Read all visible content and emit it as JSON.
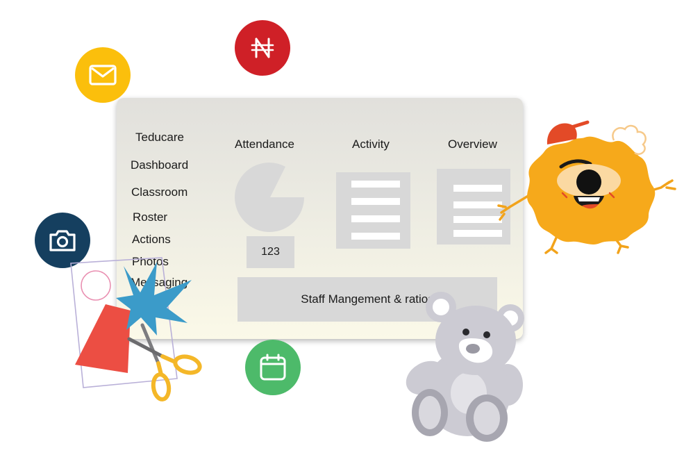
{
  "sidebar": {
    "brand": "Teducare",
    "items": [
      {
        "label": "Dashboard"
      },
      {
        "label": "Classroom"
      },
      {
        "label": "Roster"
      },
      {
        "label": "Actions"
      },
      {
        "label": "Photos"
      },
      {
        "label": "Messaging"
      }
    ]
  },
  "columns": {
    "attendance": {
      "title": "Attendance",
      "count": "123"
    },
    "activity": {
      "title": "Activity"
    },
    "overview": {
      "title": "Overview"
    }
  },
  "staff_button": {
    "label": "Staff Mangement & ratios"
  },
  "floating_icons": [
    {
      "name": "mail-icon",
      "color": "#fbbf0c"
    },
    {
      "name": "naira-currency-icon",
      "glyph": "₦",
      "color": "#cf2027"
    },
    {
      "name": "camera-icon",
      "color": "#153f5f"
    },
    {
      "name": "calendar-icon",
      "color": "#4dba6a"
    }
  ],
  "colors": {
    "card_top": "#e1e0dc",
    "card_bottom": "#fbf9e8",
    "placeholder_gray": "#d8d8d8",
    "monster_orange": "#f6a91b",
    "teddy_gray": "#cccbd3"
  }
}
